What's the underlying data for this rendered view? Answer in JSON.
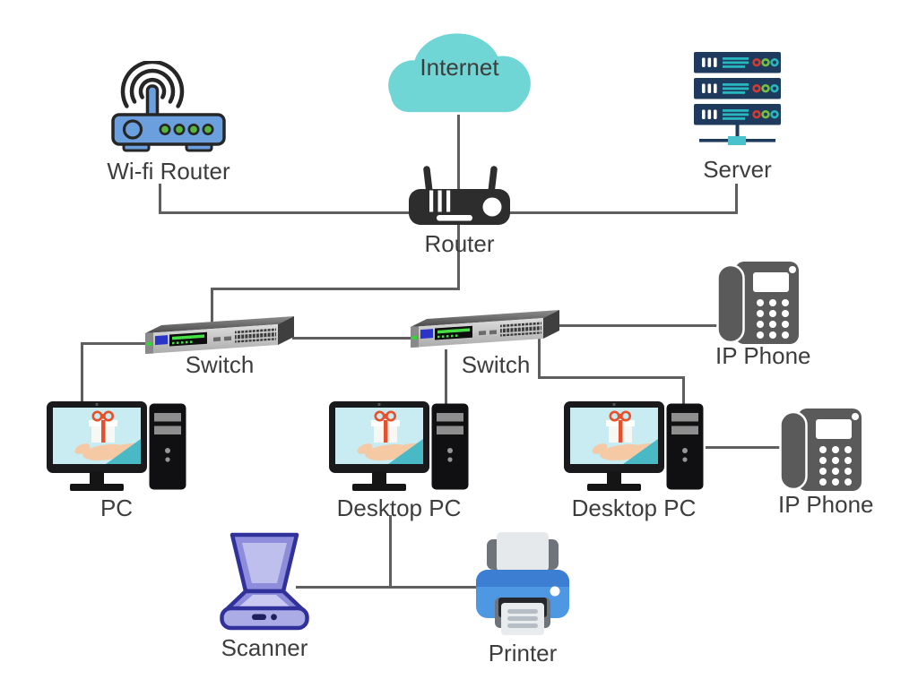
{
  "diagram_type": "network-topology",
  "colors": {
    "wire": "#5f5f5f",
    "label_text": "#3d3d3d",
    "cloud_teal": "#6fd5d5",
    "router_blue": "#6b9fdd",
    "led_green": "#57b63f",
    "server_navy": "#1e3a5c",
    "server_teal": "#2ab6bf",
    "device_black": "#2d2d2d",
    "phone_gray": "#5a5a5a",
    "screen_blue": "#c9ecf2",
    "ribbon_orange": "#e8502b",
    "hand_flesh": "#f5c9a4",
    "sleeve_teal": "#49b9c6",
    "scanner_purple": "#8d8ddb",
    "scanner_outline": "#31319b",
    "printer_blue": "#4e97e3"
  },
  "nodes": {
    "internet": {
      "label": "Internet",
      "icon": "cloud-icon"
    },
    "wifi_router": {
      "label": "Wi-fi Router",
      "icon": "wifi-router-icon"
    },
    "server": {
      "label": "Server",
      "icon": "server-rack-icon"
    },
    "router": {
      "label": "Router",
      "icon": "router-icon"
    },
    "switch_left": {
      "label": "Switch",
      "icon": "network-switch-icon"
    },
    "switch_right": {
      "label": "Switch",
      "icon": "network-switch-icon"
    },
    "ip_phone_top": {
      "label": "IP Phone",
      "icon": "ip-phone-icon"
    },
    "pc": {
      "label": "PC",
      "icon": "desktop-computer-icon"
    },
    "desktop_pc_center": {
      "label": "Desktop PC",
      "icon": "desktop-computer-icon"
    },
    "desktop_pc_right": {
      "label": "Desktop PC",
      "icon": "desktop-computer-icon"
    },
    "ip_phone_right": {
      "label": "IP Phone",
      "icon": "ip-phone-icon"
    },
    "scanner": {
      "label": "Scanner",
      "icon": "scanner-icon"
    },
    "printer": {
      "label": "Printer",
      "icon": "printer-icon"
    }
  },
  "connections": [
    {
      "from": "Internet",
      "to": "Router"
    },
    {
      "from": "Wi-fi Router",
      "to": "Router"
    },
    {
      "from": "Server",
      "to": "Router"
    },
    {
      "from": "Router",
      "to": "Switch (left)"
    },
    {
      "from": "Switch (left)",
      "to": "Switch (right)"
    },
    {
      "from": "Switch (left)",
      "to": "PC"
    },
    {
      "from": "Switch (right)",
      "to": "IP Phone (top)"
    },
    {
      "from": "Switch (right)",
      "to": "Desktop PC (center)"
    },
    {
      "from": "Switch (right)",
      "to": "Desktop PC (right)"
    },
    {
      "from": "Desktop PC (right)",
      "to": "IP Phone (right)"
    },
    {
      "from": "Desktop PC (center)",
      "to": "Scanner"
    },
    {
      "from": "Desktop PC (center)",
      "to": "Printer"
    }
  ]
}
